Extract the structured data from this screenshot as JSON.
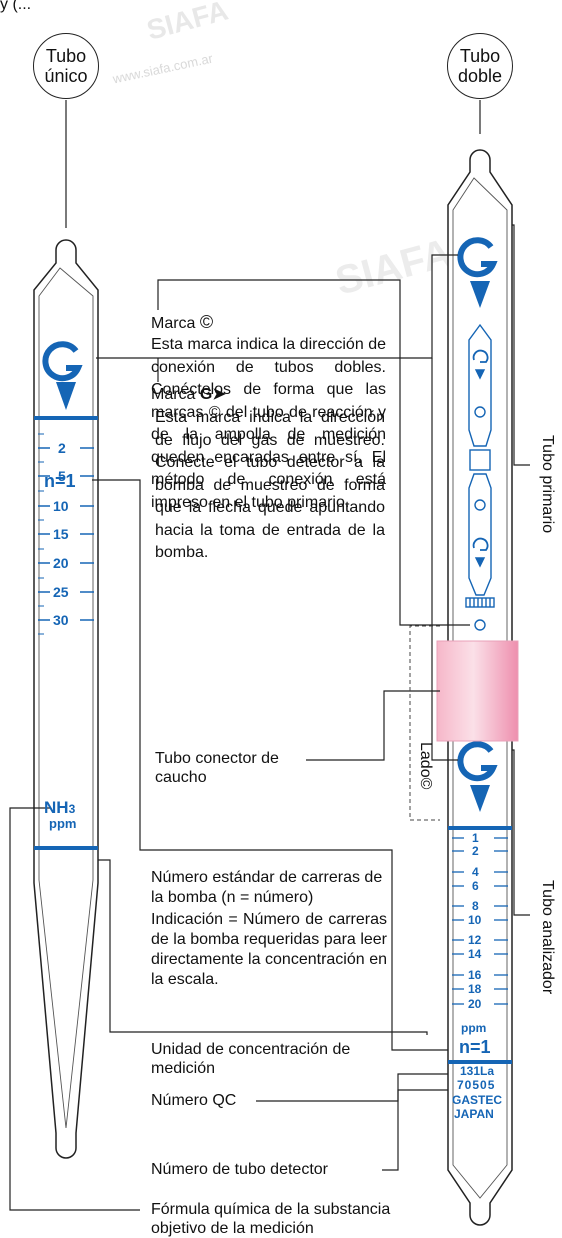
{
  "header_fragment": "y (...",
  "bubbles": {
    "single": [
      "Tubo",
      "único"
    ],
    "double": [
      "Tubo",
      "doble"
    ]
  },
  "single_tube": {
    "top_mark": "n=1",
    "scale": [
      "2",
      "5",
      "10",
      "15",
      "20",
      "25",
      "30"
    ],
    "chem_main": "NH",
    "chem_sub": "3",
    "unit": "ppm"
  },
  "double_tube": {
    "scale": [
      "1",
      "2",
      "4",
      "6",
      "8",
      "10",
      "12",
      "14",
      "16",
      "18",
      "20"
    ],
    "unit": "ppm",
    "n_mark": "n=1",
    "code_line1": "131La",
    "code_line2": "70505",
    "brand": "GASTEC",
    "country": "JAPAN",
    "label_primary": "Tubo primario",
    "label_analyzer": "Tubo analizador",
    "label_side": "Lado"
  },
  "annotations": {
    "marca_c_title": "Marca",
    "marca_c_body": "Esta marca indica la dirección de conexión de tubos dobles. Conéctelos de forma que las marcas © del tubo de reacción y de la ampolla de medición queden encaradas entre sí. El método de conexión está impreso en el tubo primario.",
    "marca_g_title": "Marca",
    "marca_g_body": "Esta marca indica la dirección de flujo del gas de muestreo. Conecte el tubo detector a la bomba de muestreo de forma que la flecha quede apuntando hacia la toma de entrada de la bomba.",
    "connector": "Tubo conector de caucho",
    "n_title": "Número estándar de carreras de la bomba (n = número)",
    "n_body": "Indicación = Número de carreras de la bomba requeridas para leer directamente la concentración en la escala.",
    "unit_label": "Unidad de concentración de medición",
    "qc_label": "Número QC",
    "tube_number": "Número de tubo detector",
    "formula": "Fórmula química de la substancia objetivo de la medición"
  },
  "watermark": "www.siafa.com.ar",
  "colors": {
    "accent": "#1565b5",
    "connector": "#f2a3bd"
  }
}
